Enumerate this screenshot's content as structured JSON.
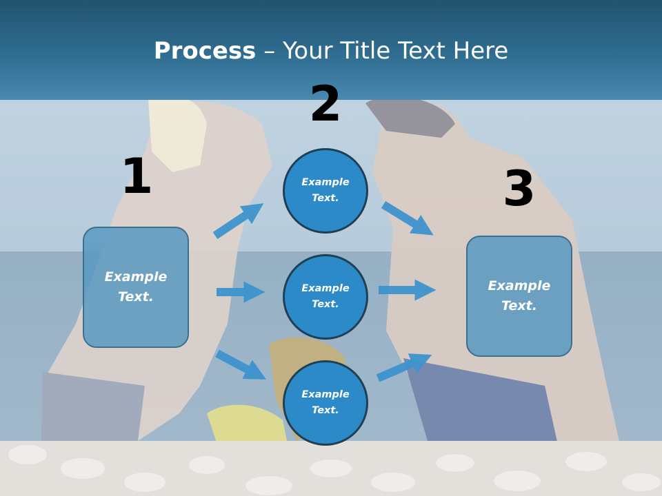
{
  "title": {
    "bold": "Process",
    "rest": " – Your Title Text Here"
  },
  "steps": {
    "one": "1",
    "two": "2",
    "three": "3"
  },
  "left_box": {
    "line1": "Example",
    "line2": "Text."
  },
  "right_box": {
    "line1": "Example",
    "line2": "Text."
  },
  "circles": [
    {
      "line1": "Example",
      "line2": "Text."
    },
    {
      "line1": "Example",
      "line2": "Text."
    },
    {
      "line1": "Example",
      "line2": "Text."
    }
  ],
  "colors": {
    "header": "#2f6d91",
    "box": "#5999c1",
    "circle": "#2d8ac8",
    "arrow": "#3e94cd"
  }
}
